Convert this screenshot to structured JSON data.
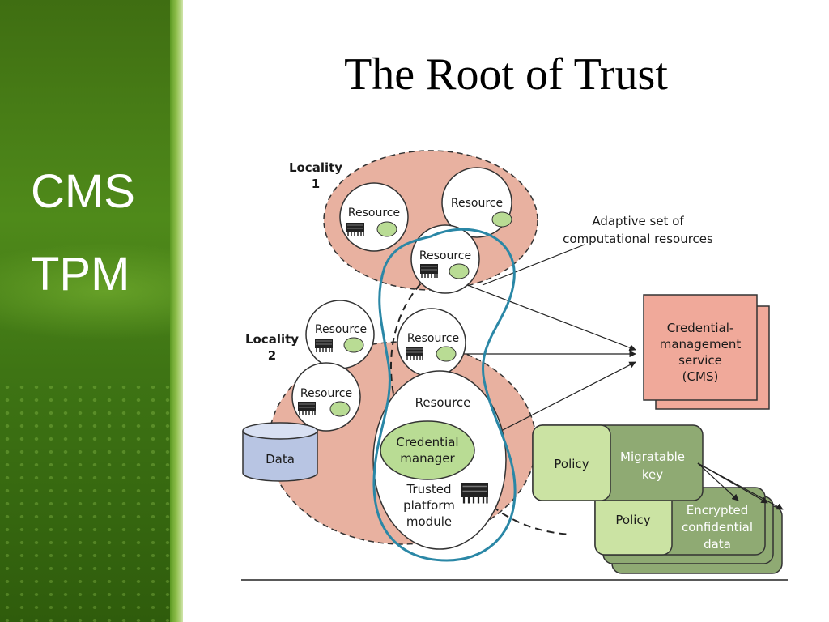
{
  "slide": {
    "title": "The Root of Trust",
    "sidebar_lines": [
      "CMS",
      "TPM"
    ]
  },
  "diagram": {
    "locality1": [
      "Locality",
      "1"
    ],
    "locality2": [
      "Locality",
      "2"
    ],
    "resource_label": "Resource",
    "adaptive_label": [
      "Adaptive set of",
      "computational resources"
    ],
    "cms_label": [
      "Credential-",
      "management",
      "service",
      "(CMS)"
    ],
    "data_label": "Data",
    "credential_manager": [
      "Credential",
      "manager"
    ],
    "tpm_label": [
      "Trusted",
      "platform",
      "module"
    ],
    "policy_label": "Policy",
    "migratable_key": [
      "Migratable",
      "key"
    ],
    "encrypted_data": [
      "Encrypted",
      "confidential",
      "data"
    ]
  },
  "colors": {
    "locality_fill": "#e8b1a0",
    "cms_fill": "#f0a99a",
    "policy_fill": "#cbe3a3",
    "key_fill": "#8faa73",
    "trust_boundary": "#2a87a6",
    "sidebar_green": "#4f8a1a"
  },
  "icons": [
    "chip-icon",
    "resource-circle-icon",
    "database-icon"
  ]
}
